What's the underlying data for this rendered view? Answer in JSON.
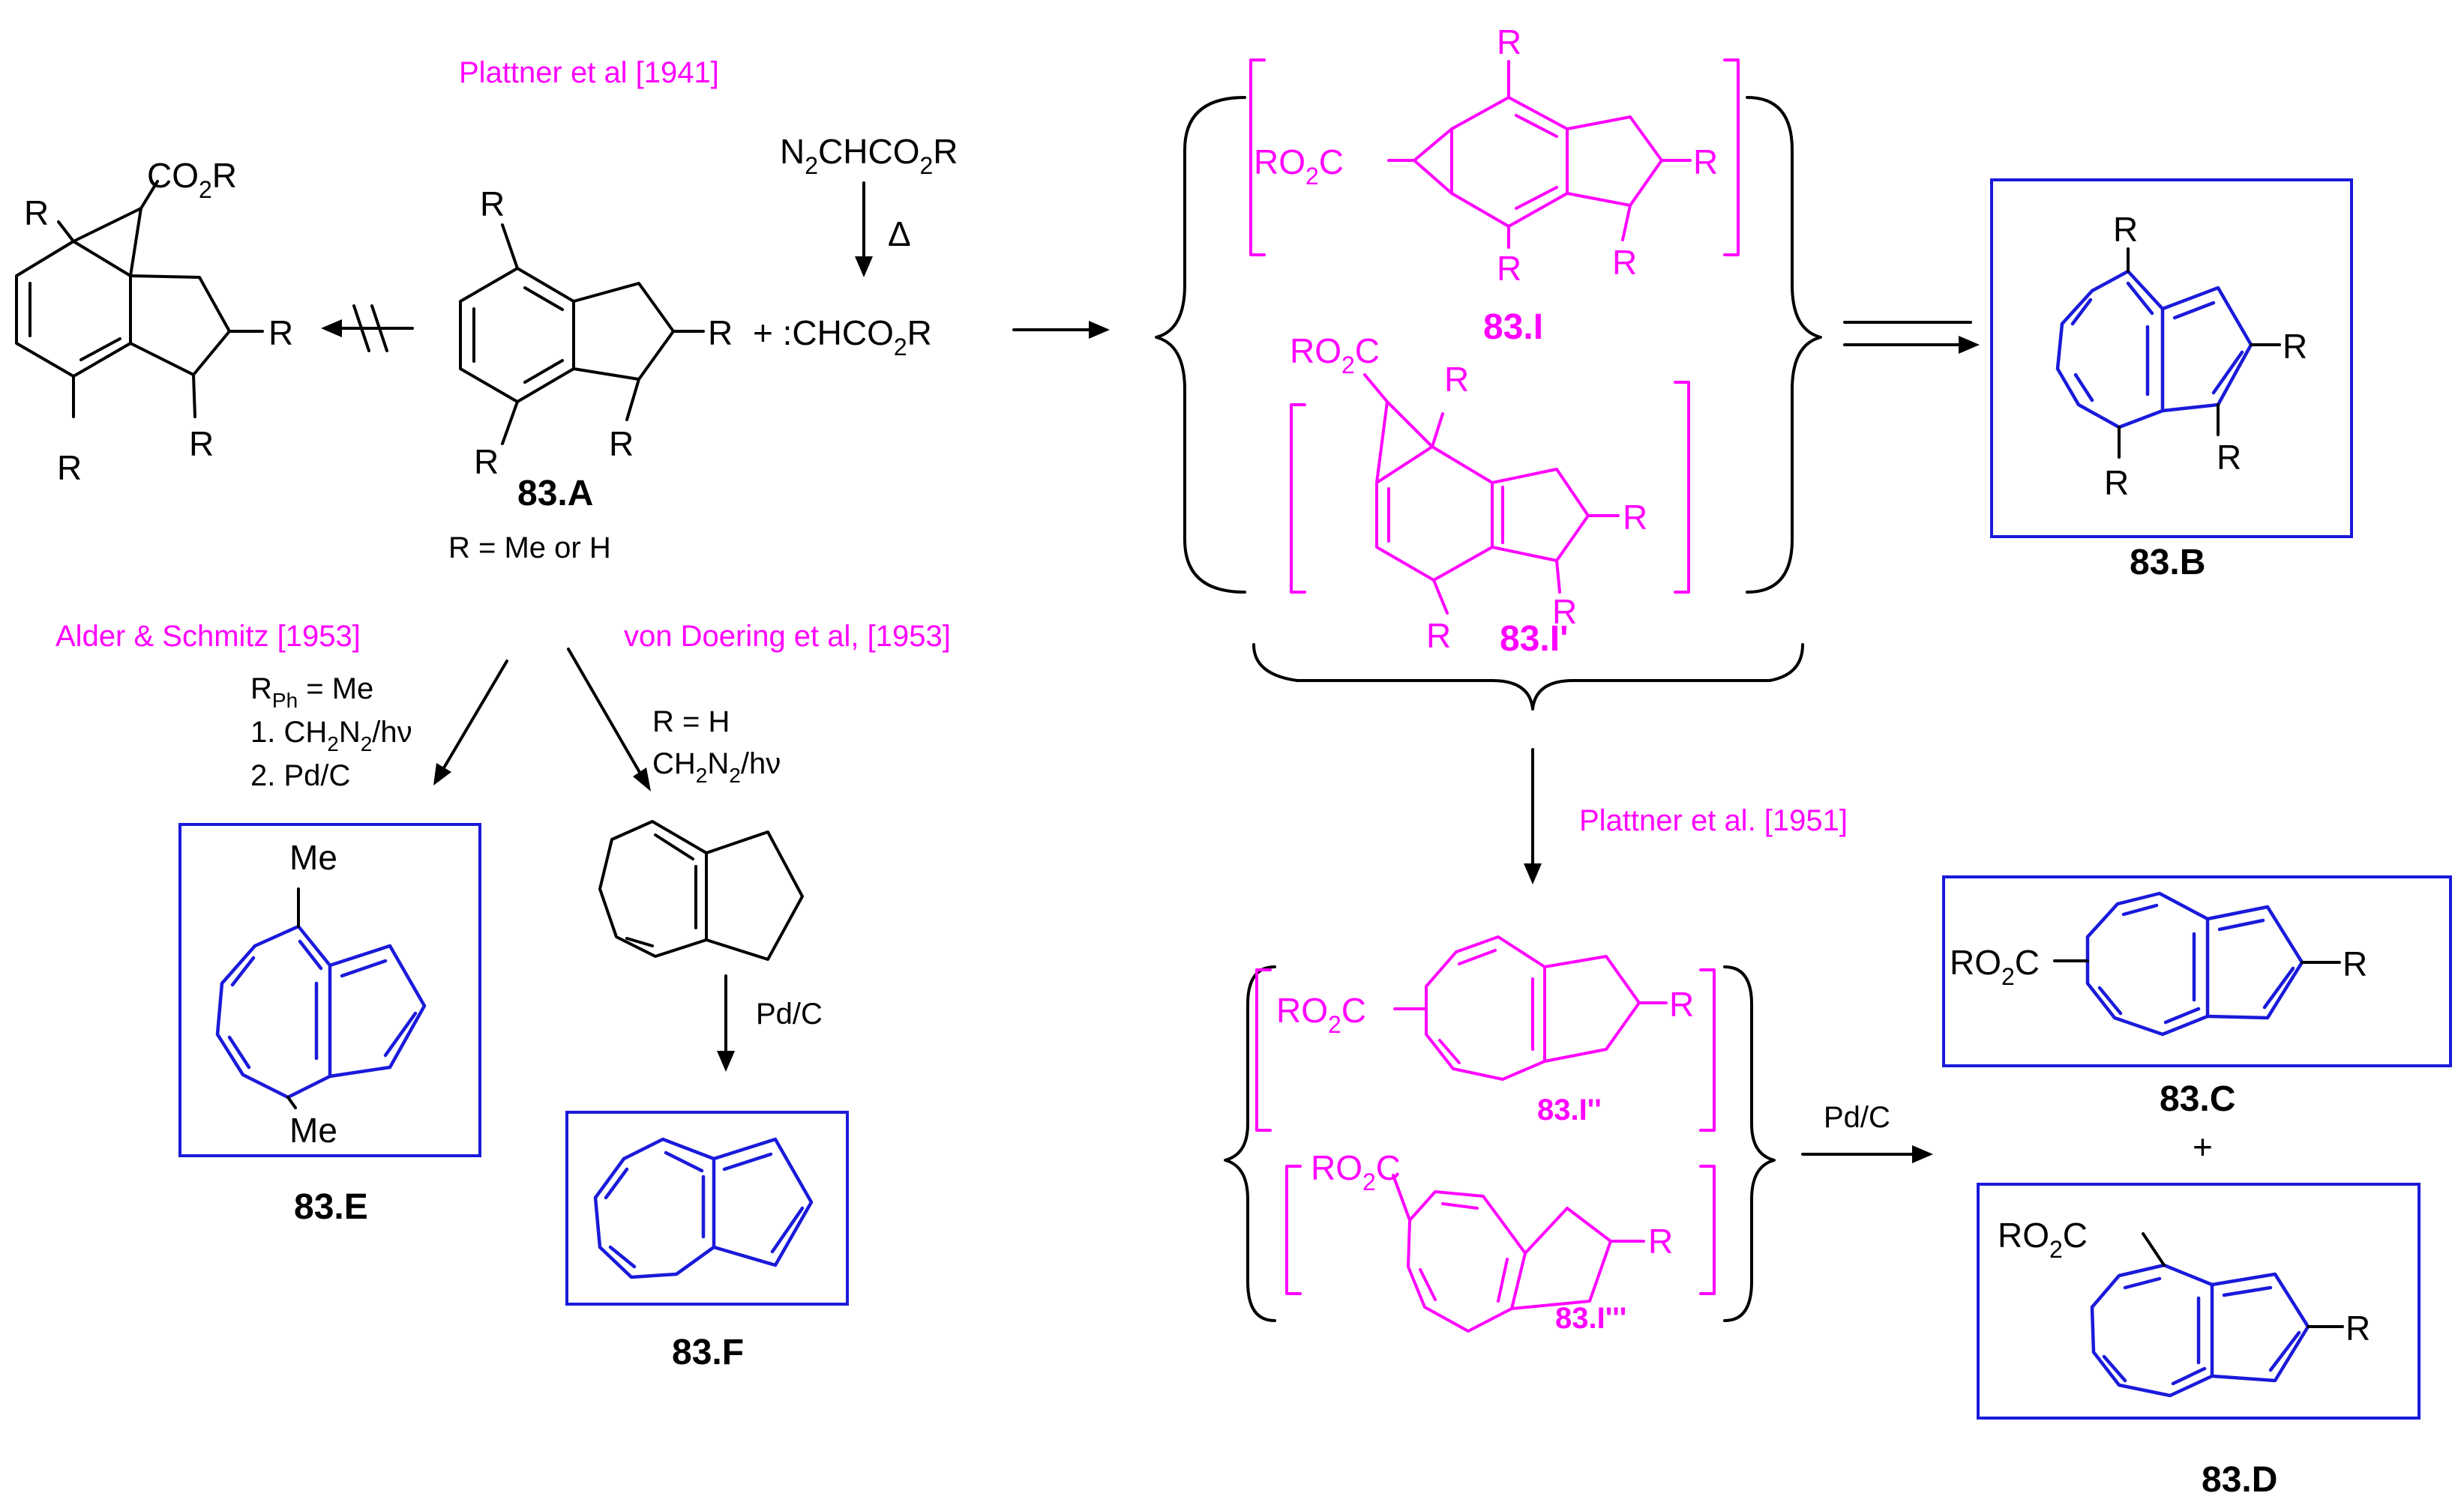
{
  "colors": {
    "reagent": "#000000",
    "intermediate": "#ff00ff",
    "product": "#1a1adb",
    "citation": "#ff00ff"
  },
  "citations": {
    "plattner_1941": "Plattner et al [1941]",
    "alder_schmitz": "Alder & Schmitz  [1953]",
    "von_doering": "von Doering et al, [1953]",
    "plattner_1951": "Plattner et al.  [1951]"
  },
  "labels": {
    "R": "R",
    "Me": "Me",
    "CO2R_main": "CO",
    "CO2R_sub": "2",
    "CO2R_tail": "R",
    "RO2C_head": "RO",
    "RO2C_sub": "2",
    "RO2C_tail": "C",
    "delta": "Δ",
    "plus": "+"
  },
  "reagents": {
    "diazo_n": "N",
    "diazo_n_sub": "2",
    "diazo_mid": "CHCO",
    "diazo_sub2": "2",
    "diazo_tail": "R",
    "carbene_head": "+ :CHCO",
    "carbene_sub": "2",
    "carbene_tail": "R"
  },
  "conditions": {
    "r_def": "R = Me or H",
    "rph_head": "R",
    "rph_sub": "Ph",
    "rph_tail": " = Me",
    "step1_head": "1. CH",
    "step1_sub1": "2",
    "step1_mid": "N",
    "step1_sub2": "2",
    "step1_tail": "/hν",
    "step2": "2. Pd/C",
    "rh": "R = H",
    "ch2n2_head": "CH",
    "ch2n2_sub1": "2",
    "ch2n2_mid": "N",
    "ch2n2_sub2": "2",
    "ch2n2_tail": "/hν",
    "pdc": "Pd/C"
  },
  "compounds": {
    "A": "83.A",
    "B": "83.B",
    "C": "83.C",
    "D": "83.D",
    "E": "83.E",
    "F": "83.F",
    "I": "83.I",
    "I1": "83.I'",
    "I2": "83.I''",
    "I3": "83.I'''"
  }
}
